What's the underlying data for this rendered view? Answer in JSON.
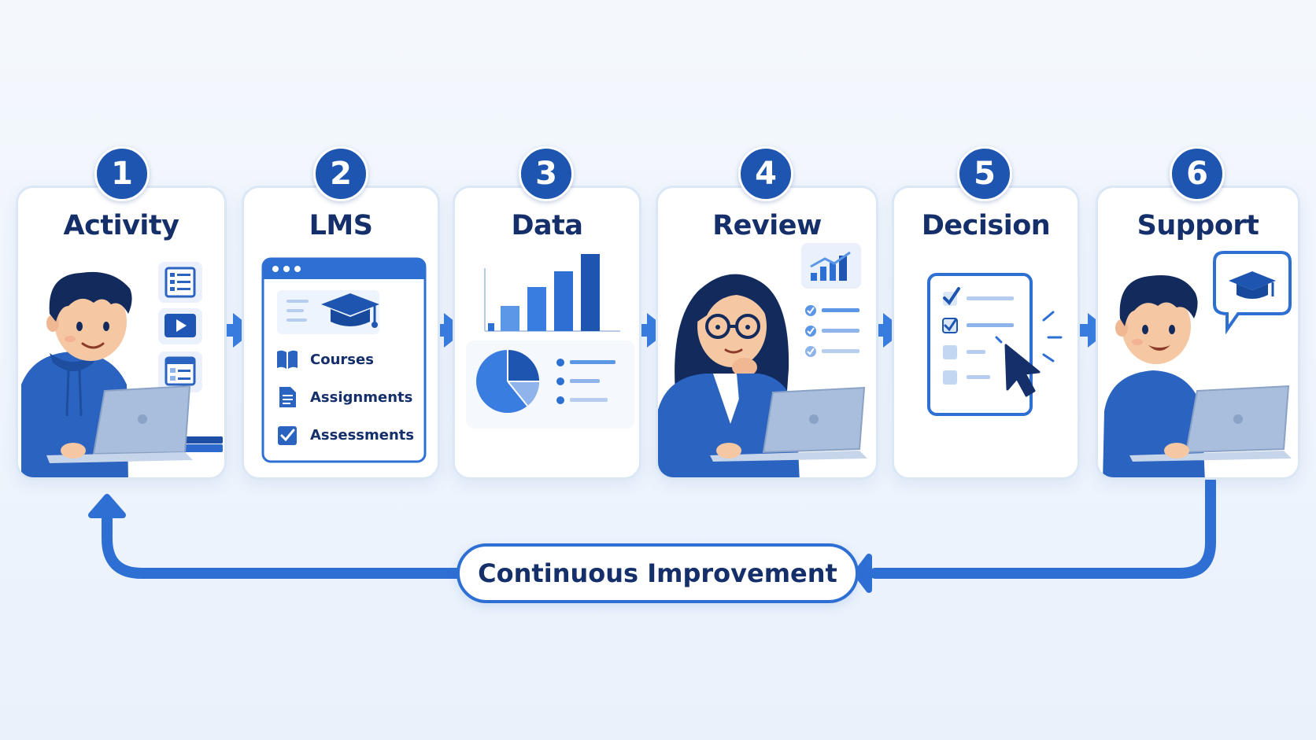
{
  "steps": [
    {
      "number": "1",
      "title": "Activity"
    },
    {
      "number": "2",
      "title": "LMS"
    },
    {
      "number": "3",
      "title": "Data"
    },
    {
      "number": "4",
      "title": "Review"
    },
    {
      "number": "5",
      "title": "Decision"
    },
    {
      "number": "6",
      "title": "Support"
    }
  ],
  "lms": {
    "items": [
      {
        "label": "Courses",
        "icon": "book-icon"
      },
      {
        "label": "Assignments",
        "icon": "document-icon"
      },
      {
        "label": "Assessments",
        "icon": "checkbox-icon"
      }
    ]
  },
  "loop": {
    "label": "Continuous Improvement"
  },
  "colors": {
    "primary": "#1d55b0",
    "accent": "#2e6fd4",
    "light_accent": "#5b97e6",
    "title_text": "#152f6a",
    "card_border": "#dce7f6"
  }
}
